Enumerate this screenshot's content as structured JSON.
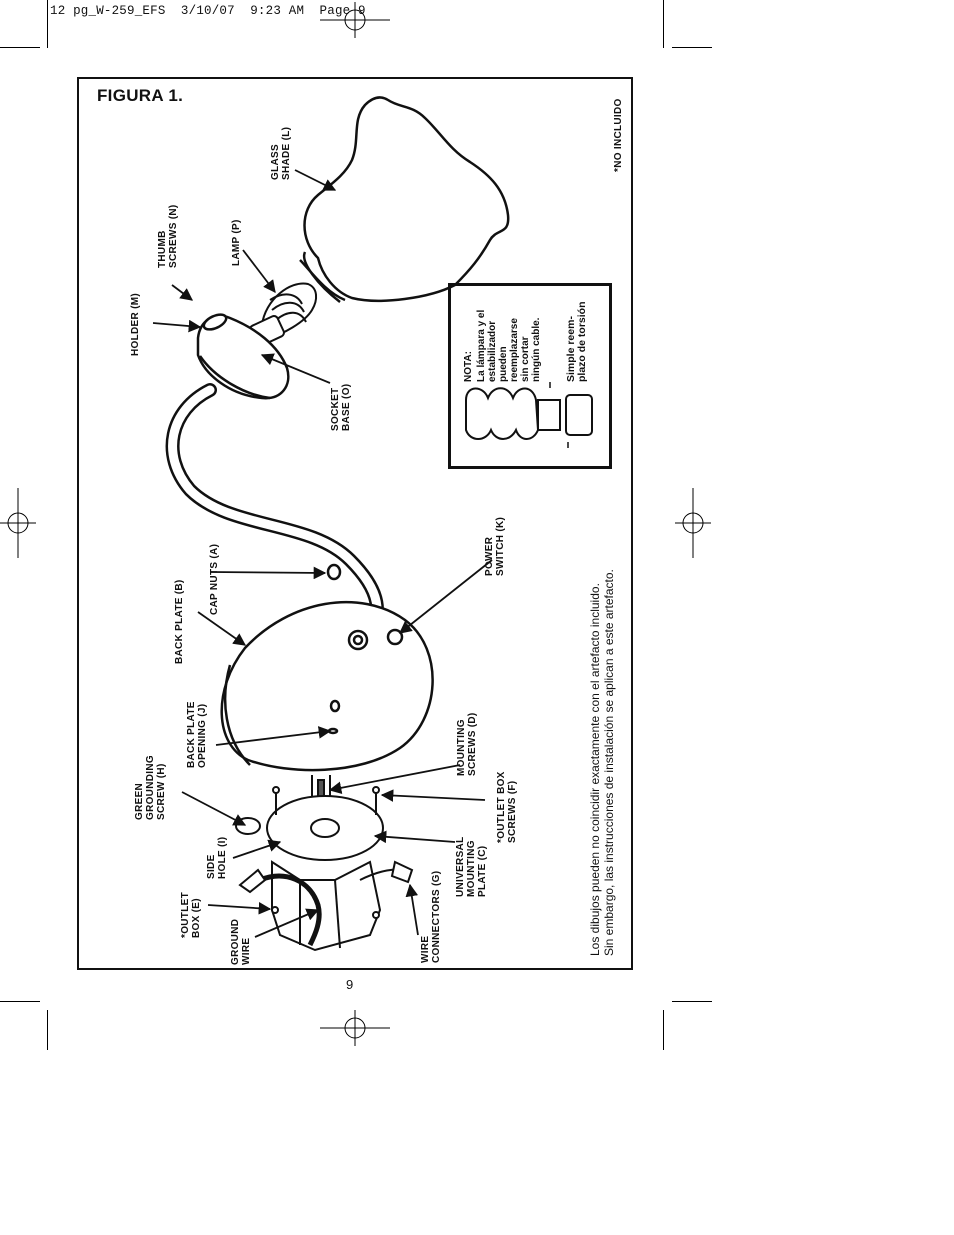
{
  "header": {
    "print_slug": "12 pg_W-259_EFS  3/10/07  9:23 AM  Page 9"
  },
  "figure": {
    "title": "FIGURA 1.",
    "not_included_note": "*NO INCLUIDO",
    "labels": {
      "glass_shade": "GLASS\nSHADE (L)",
      "thumb_screws": "THUMB\nSCREWS (N)",
      "lamp": "LAMP (P)",
      "holder": "HOLDER (M)",
      "socket_base": "SOCKET\nBASE (O)",
      "back_plate": "BACK PLATE (B)",
      "cap_nuts": "CAP NUTS (A)",
      "power_switch": "POWER\nSWITCH (K)",
      "back_plate_opening": "BACK PLATE\nOPENING (J)",
      "mounting_screws": "MOUNTING\nSCREWS (D)",
      "green_grounding_screw": "GREEN\nGROUNDING\nSCREW (H)",
      "outlet_box_screws": "*OUTLET BOX\nSCREWS (F)",
      "side_hole": "SIDE\nHOLE (I)",
      "universal_mounting_plate": "UNIVERSAL\nMOUNTING\nPLATE (C)",
      "outlet_box": "*OUTLET\nBOX (E)",
      "wire_connectors": "WIRE\nCONNECTORS (G)",
      "ground_wire": "GROUND\nWIRE"
    },
    "note": {
      "heading": "NOTA:",
      "body": "La lámpara y el\nestabilizador\npueden\nreemplazarse\nsin cortar\nningún cable.",
      "tagline": "Simple reem-\nplazo de torsión"
    },
    "disclaimer": "Los dibujos pueden no coincidir exactamente con el artefacto incluido.\nSin embargo, las instrucciones de instalación se aplican a este artefacto."
  },
  "footer": {
    "page_number": "9"
  }
}
